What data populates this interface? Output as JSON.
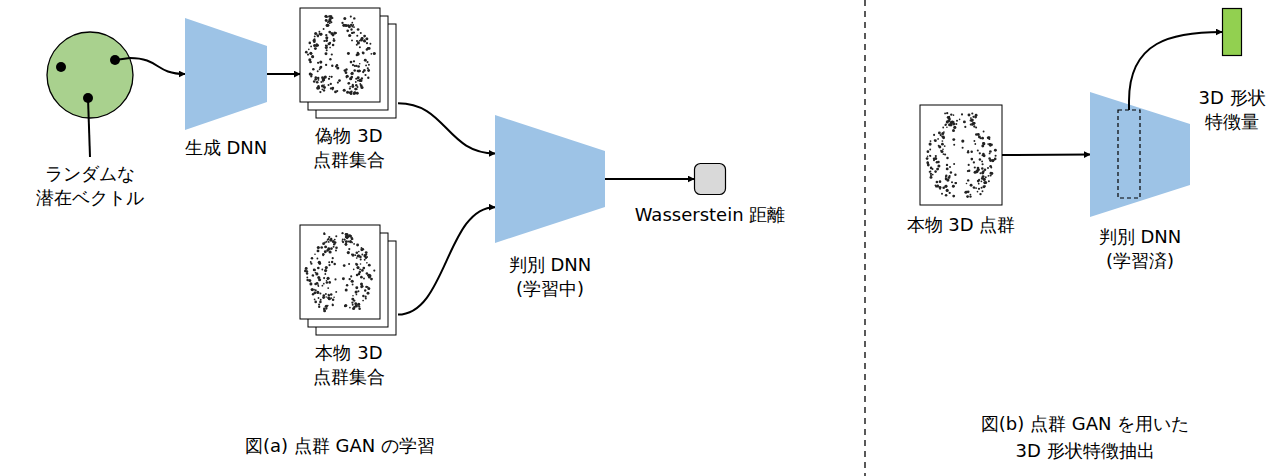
{
  "diagram": {
    "nodes": [
      {
        "text": [
          "ランダムな 潜在ベクトル"
        ]
      },
      {
        "text": [
          "生成 DNN"
        ]
      },
      {
        "text": [
          "偽物 3D 点群集合"
        ]
      },
      {
        "text": [
          "本物 3D 点群集合"
        ]
      },
      {
        "text": [
          "判別 DNN (学習中)"
        ]
      },
      {
        "text": [
          "Wasserstein 距離"
        ]
      },
      {
        "text": [
          "本物 3D 点群"
        ]
      },
      {
        "text": [
          "判別 DNN (学習済)"
        ]
      },
      {
        "text": [
          "3D 形状 特徴量"
        ]
      }
    ],
    "edges": [
      {
        "from": 0,
        "to": 1,
        "arrow": "to"
      },
      {
        "from": 1,
        "to": 2,
        "arrow": "to"
      },
      {
        "from": 2,
        "to": 4,
        "arrow": "to"
      },
      {
        "from": 3,
        "to": 4,
        "arrow": "to"
      },
      {
        "from": 4,
        "to": 5,
        "arrow": "to"
      },
      {
        "from": 6,
        "to": 7,
        "arrow": "to"
      },
      {
        "from": 7,
        "to": 8,
        "arrow": "to"
      }
    ],
    "labels": [
      "図(a) 点群 GAN の学習",
      "図(b) 点群 GAN を用いた 3D 形状特徴抽出"
    ]
  }
}
